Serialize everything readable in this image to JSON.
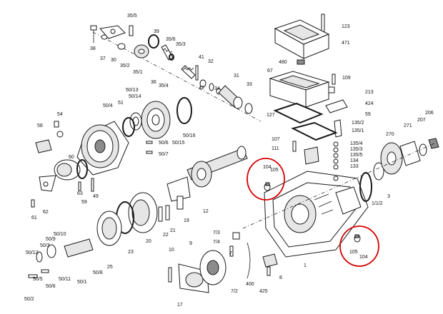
{
  "diagram": {
    "highlight_color": "#d60000",
    "labels": [
      {
        "id": "l35_5",
        "text": "35/5"
      },
      {
        "id": "l38",
        "text": "38"
      },
      {
        "id": "l37",
        "text": "37"
      },
      {
        "id": "l30",
        "text": "30"
      },
      {
        "id": "l35_2",
        "text": "35/2"
      },
      {
        "id": "l35_1",
        "text": "35/1"
      },
      {
        "id": "l39",
        "text": "39"
      },
      {
        "id": "l35_6",
        "text": "35/6"
      },
      {
        "id": "l35_3",
        "text": "35/3"
      },
      {
        "id": "l36",
        "text": "36"
      },
      {
        "id": "l35_4",
        "text": "35/4"
      },
      {
        "id": "l41",
        "text": "41"
      },
      {
        "id": "l42",
        "text": "42"
      },
      {
        "id": "l32",
        "text": "32"
      },
      {
        "id": "l34",
        "text": "34"
      },
      {
        "id": "l31",
        "text": "31"
      },
      {
        "id": "l33",
        "text": "33"
      },
      {
        "id": "l50_13",
        "text": "50/13"
      },
      {
        "id": "l50_14",
        "text": "50/14"
      },
      {
        "id": "l50_4",
        "text": "50/4"
      },
      {
        "id": "l51",
        "text": "51"
      },
      {
        "id": "l50_16",
        "text": "50/16"
      },
      {
        "id": "l50_15",
        "text": "50/15"
      },
      {
        "id": "l50_6",
        "text": "50/6"
      },
      {
        "id": "l50_7",
        "text": "50/7"
      },
      {
        "id": "l54",
        "text": "54"
      },
      {
        "id": "l58",
        "text": "58"
      },
      {
        "id": "l60",
        "text": "60"
      },
      {
        "id": "l63",
        "text": "63"
      },
      {
        "id": "l49",
        "text": "49"
      },
      {
        "id": "l59",
        "text": "59"
      },
      {
        "id": "l61",
        "text": "61"
      },
      {
        "id": "l62",
        "text": "62"
      },
      {
        "id": "l104a",
        "text": "104"
      },
      {
        "id": "l105a",
        "text": "105"
      },
      {
        "id": "l12",
        "text": "12"
      },
      {
        "id": "l19",
        "text": "19"
      },
      {
        "id": "l22",
        "text": "22"
      },
      {
        "id": "l21",
        "text": "21"
      },
      {
        "id": "l20",
        "text": "20"
      },
      {
        "id": "l23",
        "text": "23"
      },
      {
        "id": "l25",
        "text": "25"
      },
      {
        "id": "l50_10",
        "text": "50/10"
      },
      {
        "id": "l50_9",
        "text": "50/9"
      },
      {
        "id": "l50_3",
        "text": "50/3"
      },
      {
        "id": "l50_12",
        "text": "50/12"
      },
      {
        "id": "l50_1",
        "text": "50/1"
      },
      {
        "id": "l50_8",
        "text": "50/8"
      },
      {
        "id": "l50_11",
        "text": "50/11"
      },
      {
        "id": "l50_5",
        "text": "50/5"
      },
      {
        "id": "l50_6b",
        "text": "50/6"
      },
      {
        "id": "l50_2",
        "text": "50/2"
      },
      {
        "id": "l10",
        "text": "10"
      },
      {
        "id": "l9",
        "text": "9"
      },
      {
        "id": "l17",
        "text": "17"
      },
      {
        "id": "l7_3",
        "text": "7/3"
      },
      {
        "id": "l7_4",
        "text": "7/4"
      },
      {
        "id": "l7",
        "text": "7"
      },
      {
        "id": "l7_2",
        "text": "7/2"
      },
      {
        "id": "l400",
        "text": "400"
      },
      {
        "id": "l425",
        "text": "425"
      },
      {
        "id": "l8",
        "text": "8"
      },
      {
        "id": "l1",
        "text": "1"
      },
      {
        "id": "l105b",
        "text": "105"
      },
      {
        "id": "l104b",
        "text": "104"
      },
      {
        "id": "l3",
        "text": "3"
      },
      {
        "id": "l1_1_2",
        "text": "1/1/2"
      },
      {
        "id": "l123",
        "text": "123"
      },
      {
        "id": "l471",
        "text": "471"
      },
      {
        "id": "l480",
        "text": "480"
      },
      {
        "id": "l67",
        "text": "67"
      },
      {
        "id": "l109",
        "text": "109"
      },
      {
        "id": "l213",
        "text": "213"
      },
      {
        "id": "l424",
        "text": "424"
      },
      {
        "id": "l127",
        "text": "127"
      },
      {
        "id": "l59b",
        "text": "59"
      },
      {
        "id": "l135_2",
        "text": "135/2"
      },
      {
        "id": "l135_1",
        "text": "135/1"
      },
      {
        "id": "l107",
        "text": "107"
      },
      {
        "id": "l111",
        "text": "111"
      },
      {
        "id": "l135_4",
        "text": "135/4"
      },
      {
        "id": "l135_3",
        "text": "135/3"
      },
      {
        "id": "l135_5",
        "text": "135/5"
      },
      {
        "id": "l134",
        "text": "134"
      },
      {
        "id": "l133",
        "text": "133"
      },
      {
        "id": "l270",
        "text": "270"
      },
      {
        "id": "l271",
        "text": "271"
      },
      {
        "id": "l207",
        "text": "207"
      },
      {
        "id": "l206",
        "text": "206"
      }
    ]
  }
}
